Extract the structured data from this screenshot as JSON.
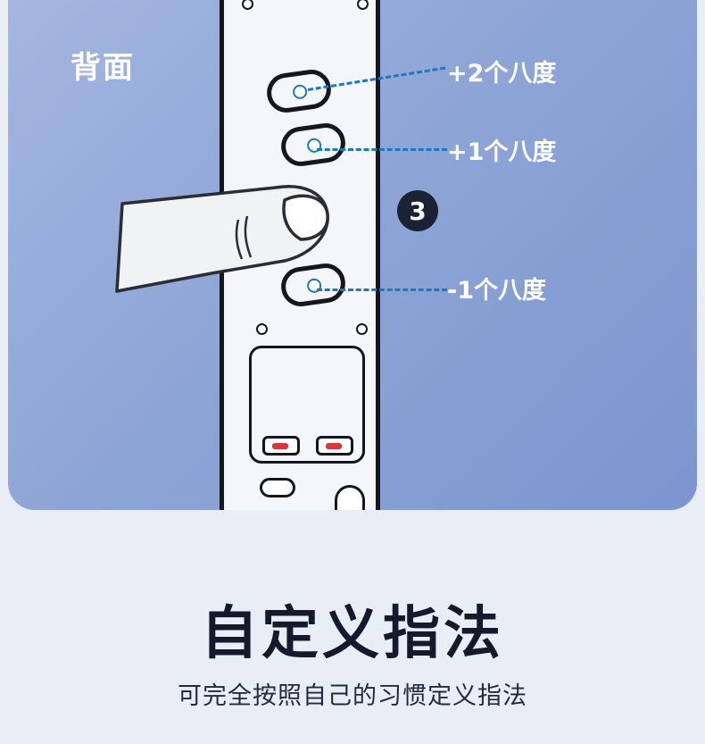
{
  "panel": {
    "side_label": "背面",
    "step_number": "3",
    "callouts": {
      "up_two": "+2个八度",
      "up_one": "+1个八度",
      "down_one": "-1个八度"
    }
  },
  "heading": {
    "title": "自定义指法",
    "subtitle": "可完全按照自己的习惯定义指法"
  },
  "colors": {
    "panel_bg": "#8ea5d6",
    "page_bg": "#e9edf6",
    "accent_blue": "#1b78c2",
    "outline": "#14171f"
  }
}
